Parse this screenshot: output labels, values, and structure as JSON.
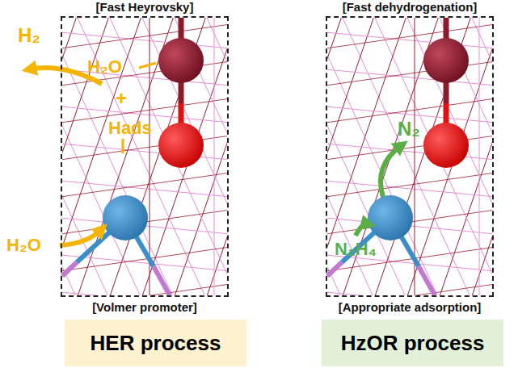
{
  "diagram": {
    "nodes": [
      {
        "text": [
          "[Fast Heyrovsky]",
          "[Volmer promoter]"
        ]
      },
      {
        "text": [
          "[Fast dehydrogenation]",
          "[Appropriate adsorption]"
        ]
      },
      {
        "text": [
          "HER process"
        ]
      },
      {
        "text": [
          "HzOR process"
        ]
      }
    ],
    "labels": [
      "H₂",
      "H₂O",
      "+",
      "Hads",
      "H₂O",
      "N₂",
      "N₂H₄"
    ]
  }
}
